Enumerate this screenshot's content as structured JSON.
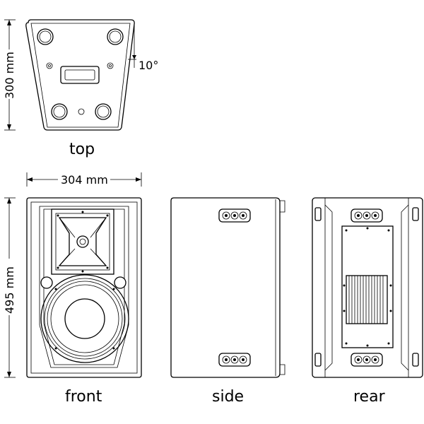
{
  "dimensions": {
    "height_top": "300 mm",
    "angle": "10°",
    "width": "304 mm",
    "height_front": "495 mm"
  },
  "views": {
    "top": "top",
    "front": "front",
    "side": "side",
    "rear": "rear"
  }
}
